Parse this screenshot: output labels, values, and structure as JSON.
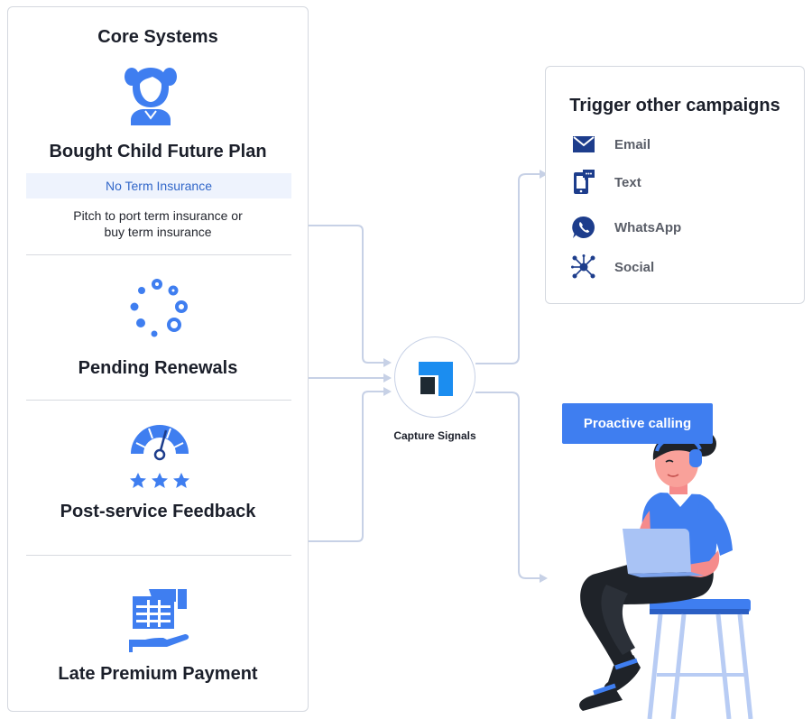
{
  "core_systems": {
    "title": "Core Systems",
    "sections": [
      {
        "title": "Bought Child Future Plan",
        "icon": "girl-icon",
        "highlight": "No Term Insurance",
        "description_lines": [
          "Pitch to port term insurance or",
          "buy term insurance"
        ]
      },
      {
        "title": "Pending Renewals",
        "icon": "loading-dots-icon"
      },
      {
        "title": "Post-service Feedback",
        "icon": "speedometer-stars-icon"
      },
      {
        "title": "Late Premium Payment",
        "icon": "cash-hand-icon"
      }
    ]
  },
  "hub": {
    "label": "Capture Signals",
    "icon": "capture-logo-icon"
  },
  "campaigns": {
    "title": "Trigger other campaigns",
    "channels": [
      {
        "label": "Email",
        "icon": "envelope-icon"
      },
      {
        "label": "Text",
        "icon": "phone-message-icon"
      },
      {
        "label": "WhatsApp",
        "icon": "whatsapp-icon"
      },
      {
        "label": "Social",
        "icon": "network-icon"
      }
    ]
  },
  "proactive": {
    "label": "Proactive calling",
    "illustration": "agent-with-laptop-illustration"
  },
  "colors": {
    "accent_blue": "#3f7ef0",
    "icon_dark_blue": "#1d3d8c",
    "border": "#d4d8df",
    "connector": "#c7d1e6",
    "highlight_bg": "#eef3fd",
    "highlight_text": "#3267c9"
  }
}
